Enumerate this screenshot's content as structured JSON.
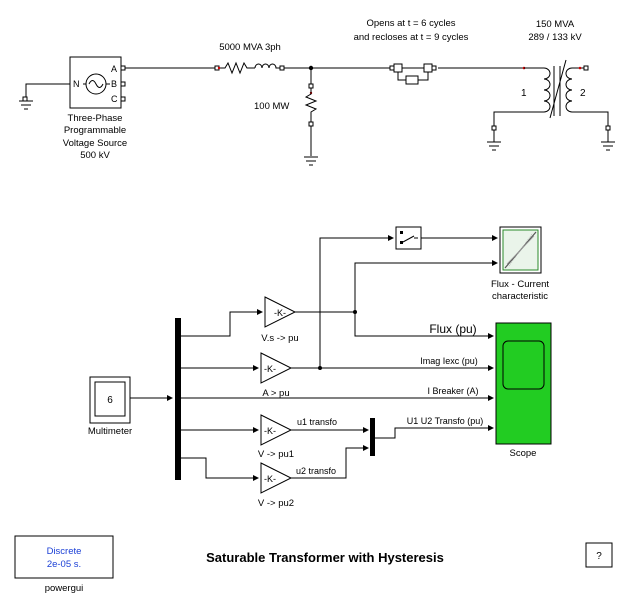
{
  "source": {
    "ports": [
      "N",
      "A",
      "B",
      "C"
    ],
    "label": [
      "Three-Phase",
      "Programmable",
      "Voltage Source",
      "500 kV"
    ]
  },
  "line_impedance": {
    "label": "5000 MVA 3ph"
  },
  "load": {
    "label": "100 MW"
  },
  "breaker": {
    "label": [
      "Opens at t = 6 cycles",
      "and recloses at  t = 9 cycles"
    ]
  },
  "transformer": {
    "label": [
      "150 MVA",
      "289 / 133 kV"
    ],
    "winding_1": "1",
    "winding_2": "2"
  },
  "multimeter": {
    "value": "6",
    "label": "Multimeter"
  },
  "gains": [
    {
      "symbol": "-K-",
      "label": "V.s -> pu"
    },
    {
      "symbol": "-K-",
      "label": "A > pu"
    },
    {
      "symbol": "-K-",
      "label": "V -> pu1"
    },
    {
      "symbol": "-K-",
      "label": "V -> pu2"
    }
  ],
  "signals": {
    "flux": "Flux (pu)",
    "imag": "Imag  Iexc (pu)",
    "ibreaker": "I Breaker (A)",
    "u1": "u1 transfo",
    "u2": "u2 transfo",
    "u1u2": "U1 U2 Transfo (pu)"
  },
  "xy_graph": {
    "label": [
      "Flux - Current",
      "characteristic"
    ]
  },
  "scope": {
    "label": "Scope"
  },
  "powergui": {
    "line1": "Discrete",
    "line2": "2e-05 s.",
    "label": "powergui"
  },
  "title": "Saturable Transformer with Hysteresis",
  "help": {
    "symbol": "?"
  },
  "colors": {
    "scope_fill": "#22cc22",
    "accent_blue": "#1a3fd6",
    "port_red": "#cc0000"
  }
}
